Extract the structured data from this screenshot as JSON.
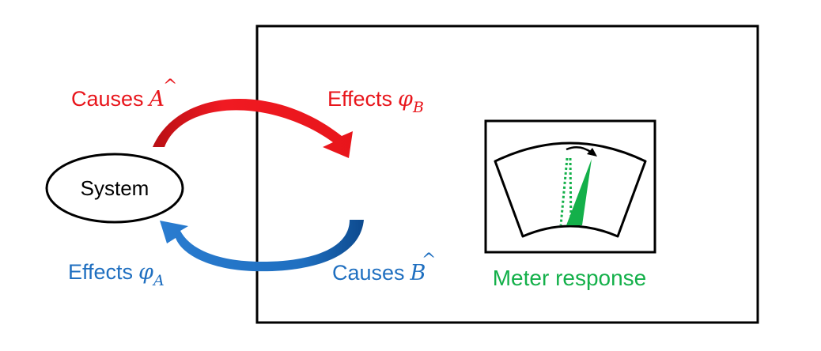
{
  "system": {
    "label": "System"
  },
  "arrows": {
    "top_left": {
      "word": "Causes",
      "symbol": "A",
      "decoration": "^"
    },
    "top_right": {
      "word": "Effects",
      "symbol": "φ",
      "subscript": "B"
    },
    "bottom_left": {
      "word": "Effects",
      "symbol": "φ",
      "subscript": "A"
    },
    "bottom_right": {
      "word": "Causes",
      "symbol": "B",
      "decoration": "^"
    }
  },
  "meter": {
    "caption": "Meter response"
  },
  "colors": {
    "causes_red": "#e8151b",
    "effects_red": "#e8151b",
    "blue": "#1f6fc0",
    "green": "#14b04a",
    "frame": "#000000"
  }
}
